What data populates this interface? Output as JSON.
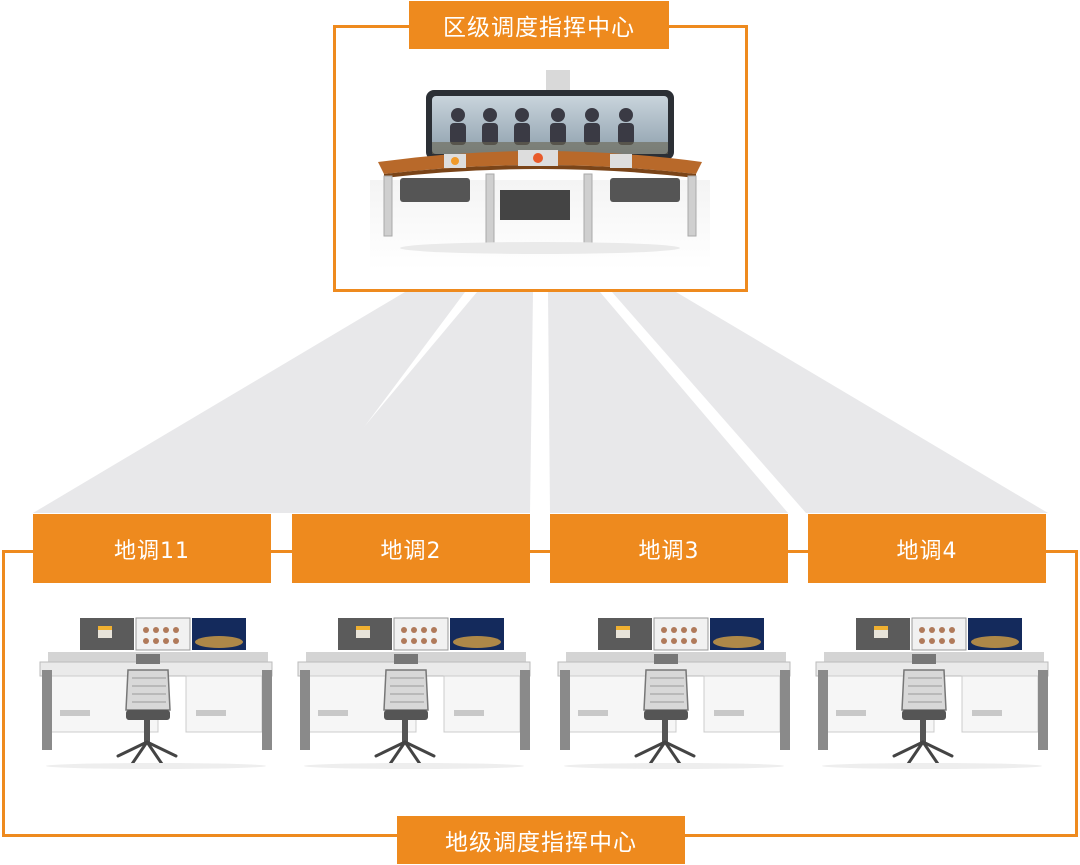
{
  "colors": {
    "accent": "#ee8a1e",
    "beam": "#e8e8ea"
  },
  "top_center": {
    "title": "区级调度指挥中心",
    "image": "video-conference-room"
  },
  "units": [
    {
      "label": "地调11",
      "image": "dispatch-workstation"
    },
    {
      "label": "地调2",
      "image": "dispatch-workstation"
    },
    {
      "label": "地调3",
      "image": "dispatch-workstation"
    },
    {
      "label": "地调4",
      "image": "dispatch-workstation"
    }
  ],
  "bottom_center": {
    "title": "地级调度指挥中心"
  }
}
